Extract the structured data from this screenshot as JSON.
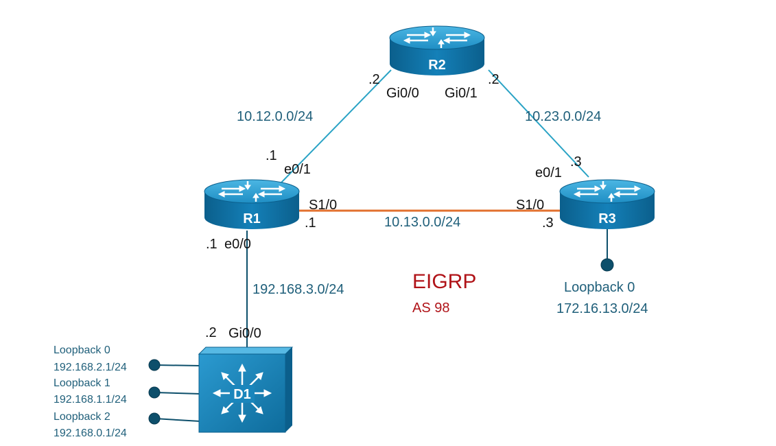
{
  "colors": {
    "link_ethernet": "#2aa3c5",
    "link_serial": "#e2702e",
    "link_stub": "#0d4f6b",
    "label_blue": "#1f5f7a",
    "eigrp_red": "#b01318",
    "device_body": "#0e6c9c",
    "device_top": "#2b9fd2"
  },
  "devices": {
    "r1": {
      "name": "R1",
      "icon": "router-icon"
    },
    "r2": {
      "name": "R2",
      "icon": "router-icon"
    },
    "r3": {
      "name": "R3",
      "icon": "router-icon"
    },
    "d1": {
      "name": "D1",
      "icon": "layer3-switch-icon"
    }
  },
  "links": {
    "r1_r2": {
      "subnet": "10.12.0.0/24",
      "r1_interface": "e0/1",
      "r1_host": ".1",
      "r2_interface": "Gi0/0",
      "r2_host": ".2"
    },
    "r2_r3": {
      "subnet": "10.23.0.0/24",
      "r2_interface": "Gi0/1",
      "r2_host": ".2",
      "r3_interface": "e0/1",
      "r3_host": ".3"
    },
    "r1_r3": {
      "subnet": "10.13.0.0/24",
      "r1_interface": "S1/0",
      "r1_host": ".1",
      "r3_interface": "S1/0",
      "r3_host": ".3"
    },
    "r1_d1": {
      "subnet": "192.168.3.0/24",
      "r1_interface": "e0/0",
      "r1_host": ".1",
      "d1_interface": "Gi0/0",
      "d1_host": ".2"
    }
  },
  "r3_loopbacks": [
    {
      "name": "Loopback 0",
      "address": "172.16.13.0/24"
    }
  ],
  "d1_loopbacks": [
    {
      "name": "Loopback 0",
      "address": "192.168.2.1/24"
    },
    {
      "name": "Loopback 1",
      "address": "192.168.1.1/24"
    },
    {
      "name": "Loopback 2",
      "address": "192.168.0.1/24"
    }
  ],
  "eigrp": {
    "title": "EIGRP",
    "as": "AS 98"
  }
}
